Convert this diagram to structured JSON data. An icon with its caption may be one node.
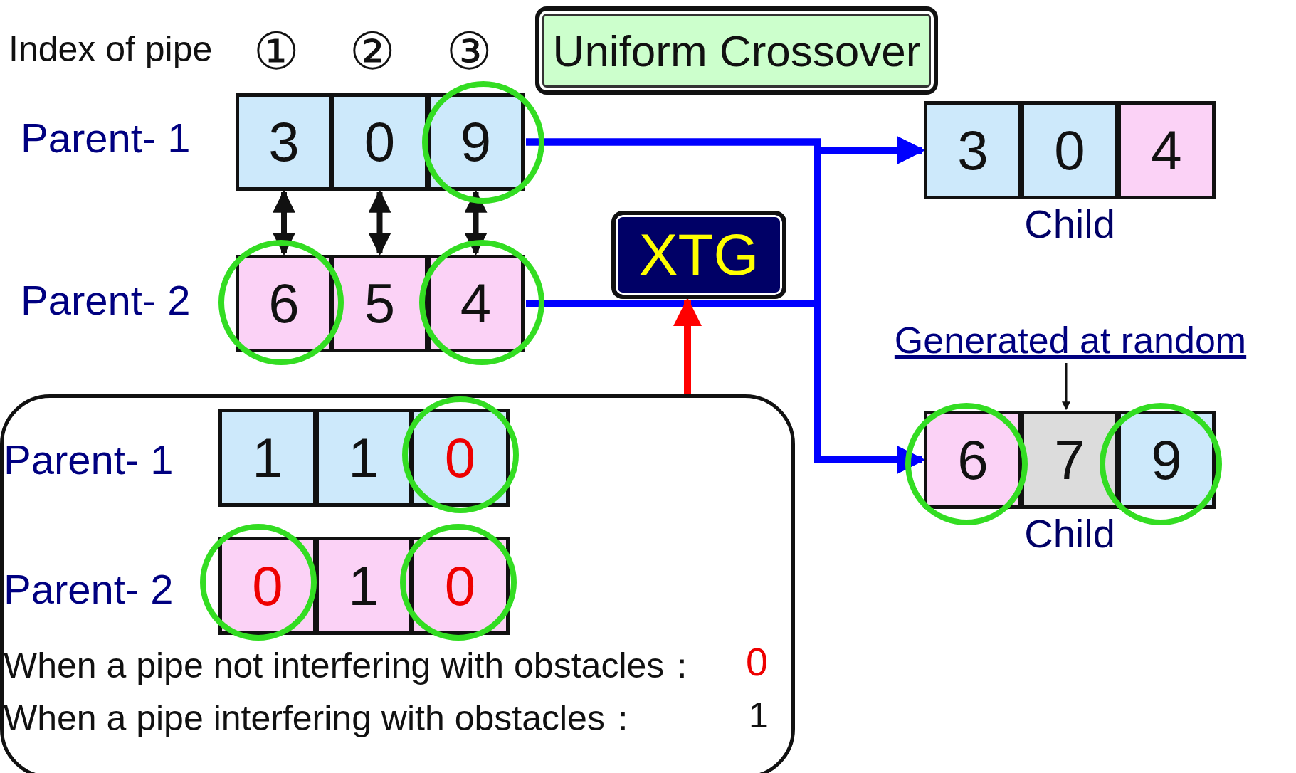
{
  "diagram": {
    "title": "Uniform Crossover",
    "nodes": [
      {
        "text": [
          "3"
        ]
      },
      {
        "text": [
          "0"
        ]
      },
      {
        "text": [
          "9"
        ]
      },
      {
        "text": [
          "6"
        ]
      },
      {
        "text": [
          "5"
        ]
      },
      {
        "text": [
          "4"
        ]
      },
      {
        "text": [
          "XTG"
        ]
      },
      {
        "text": [
          "3"
        ]
      },
      {
        "text": [
          "0"
        ],
        "beside": [
          "Child"
        ]
      },
      {
        "text": [
          "4"
        ]
      },
      {
        "text": [
          "6"
        ]
      },
      {
        "text": [
          "7"
        ],
        "beside": [
          "Child"
        ]
      },
      {
        "text": [
          "9"
        ]
      },
      {
        "text": [],
        "shape": "box"
      },
      {
        "text": [
          "1"
        ],
        "in": 13
      },
      {
        "text": [
          "1"
        ],
        "in": 13
      },
      {
        "text": [
          "0"
        ],
        "in": 13
      },
      {
        "text": [
          "0"
        ],
        "in": 13
      },
      {
        "text": [
          "1"
        ],
        "in": 13
      },
      {
        "text": [
          "0"
        ],
        "in": 13
      },
      {
        "text": [
          "Generated at random"
        ]
      }
    ],
    "edges": [
      {
        "from": 0,
        "to": 3,
        "arrow": "both"
      },
      {
        "from": 1,
        "to": 4,
        "arrow": "both"
      },
      {
        "from": 2,
        "to": 5,
        "arrow": "both"
      },
      {
        "from": 2,
        "to": 7,
        "arrow": "to",
        "color": "#0000ff"
      },
      {
        "from": 2,
        "to": 10,
        "arrow": "to",
        "color": "#0000ff"
      },
      {
        "from": 5,
        "to": 7,
        "arrow": "to",
        "color": "#0000ff"
      },
      {
        "from": 5,
        "to": 10,
        "arrow": "to",
        "color": "#0000ff"
      },
      {
        "from": 13,
        "to": 6,
        "arrow": "to",
        "color": "#ff0000"
      },
      {
        "from": 20,
        "to": 11,
        "arrow": "to"
      }
    ],
    "labels": [
      "Index of pipe",
      "①",
      "②",
      "③",
      "Parent- 1",
      "Parent- 2",
      "Parent- 1",
      "Parent- 2",
      "When a pipe not  interfering with obstacles：",
      "0",
      "When a pipe interfering with obstacles：",
      "1"
    ]
  }
}
